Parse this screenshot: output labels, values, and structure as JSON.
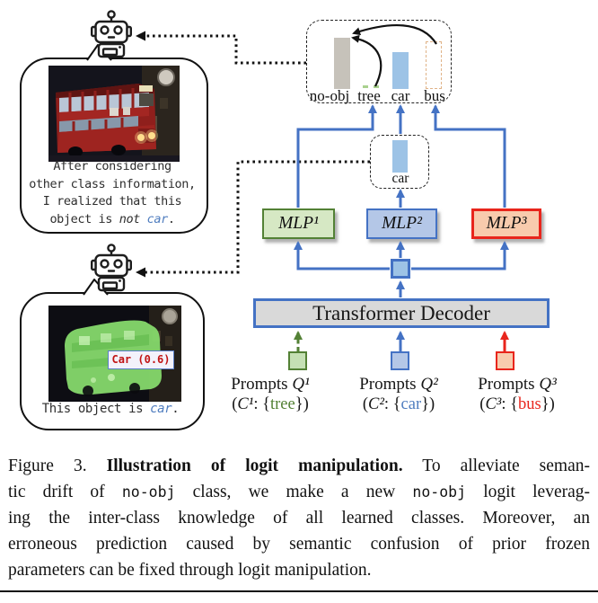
{
  "figure": {
    "bubble_top": {
      "line1": "After considering",
      "line2": "other class information,",
      "line3": "I realized that this",
      "line4_prefix": "object is ",
      "line4_not": "not",
      "line4_space": " ",
      "line4_class": "car",
      "line4_end": "."
    },
    "bubble_bottom": {
      "detection_label": "Car (0.6)",
      "line_prefix": "This object is ",
      "line_class": "car",
      "line_end": "."
    },
    "logits_panel": {
      "labels": [
        "no-obj",
        "tree",
        "car",
        "bus"
      ]
    },
    "query_panel": {
      "label": "car"
    },
    "mlps": [
      {
        "label": "MLP¹"
      },
      {
        "label": "MLP²"
      },
      {
        "label": "MLP³"
      }
    ],
    "decoder_label": "Transformer Decoder",
    "prompts": [
      {
        "word": "Prompts",
        "var": "Q¹",
        "open": "(",
        "cvar": "C¹",
        "mid": ": {",
        "cls": "tree",
        "close": "})"
      },
      {
        "word": "Prompts",
        "var": "Q²",
        "open": "(",
        "cvar": "C²",
        "mid": ": {",
        "cls": "car",
        "close": "})"
      },
      {
        "word": "Prompts",
        "var": "Q³",
        "open": "(",
        "cvar": "C³",
        "mid": ": {",
        "cls": "bus",
        "close": "})"
      }
    ],
    "colors": {
      "line_blue": "#4472c4",
      "green": "#538135",
      "red": "#e8251c",
      "bar_gray": "#c6c2ba",
      "bar_blue": "#9dc3e6",
      "bus_bar_dash": "#e0b387",
      "tree_tick": "#a9d18e",
      "mlp1_fill": "#d6e8c4",
      "mlp2_fill": "#b4c7e7",
      "mlp3_fill": "#f8cbad",
      "decoder_fill": "#d9d9d9",
      "class_car_text": "#4f7dbf",
      "detection_text": "#c11414"
    },
    "icons": {
      "robot": "robot-icon",
      "dashed_arrow": "dashed-arrow",
      "speech_bubble": "speech-bubble"
    }
  },
  "chart_data": {
    "type": "bar",
    "title": "manipulated output logits",
    "categories": [
      "no-obj",
      "tree",
      "car",
      "bus"
    ],
    "values": [
      0.57,
      0.03,
      0.41,
      0.53
    ],
    "notes": "bus logit drawn as dashed outline; tiny dashed tree tick; curved arrows fold tree and bus logits into no-obj"
  },
  "caption": {
    "l1a": "Figure 3. ",
    "l1b": "Illustration of logit manipulation.",
    "l1c": " To alleviate seman-",
    "l2a": "tic drift of ",
    "l2b": "no-obj",
    "l2c": " class, we make a new ",
    "l2d": "no-obj",
    "l2e": " logit leverag-",
    "l3": "ing the inter-class knowledge of all learned classes. Moreover, an",
    "l4": "erroneous prediction caused by semantic confusion of prior frozen",
    "l5": "parameters can be fixed through logit manipulation."
  }
}
